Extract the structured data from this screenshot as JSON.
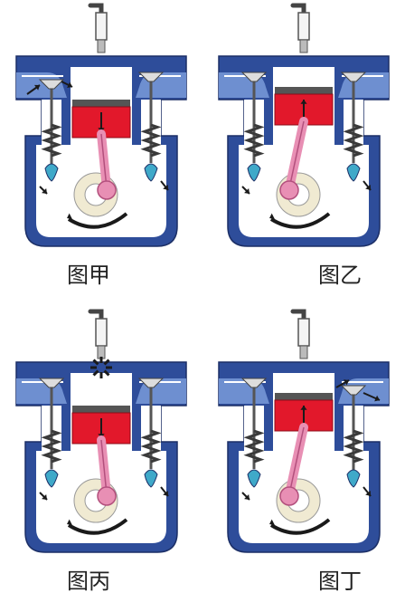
{
  "colors": {
    "casing": "#2e4d9a",
    "casing_light": "#6e8fd0",
    "chamber": "#ffffff",
    "piston": "#e2182b",
    "rod": "#e88fb4",
    "spring": "#3a3a3a",
    "arrow": "#1a1a1a",
    "cam": "#3fa9c9",
    "flywheel": "#f0ead2",
    "gas": "#1a1a1a"
  },
  "panels": [
    {
      "label": "图甲",
      "valves": "intake-open",
      "piston_dir": "down",
      "spark": false
    },
    {
      "label": "图乙",
      "valves": "closed",
      "piston_dir": "up",
      "spark": false
    },
    {
      "label": "图丙",
      "valves": "closed",
      "piston_dir": "down",
      "spark": true
    },
    {
      "label": "图丁",
      "valves": "exhaust-open",
      "piston_dir": "up",
      "spark": false
    }
  ]
}
